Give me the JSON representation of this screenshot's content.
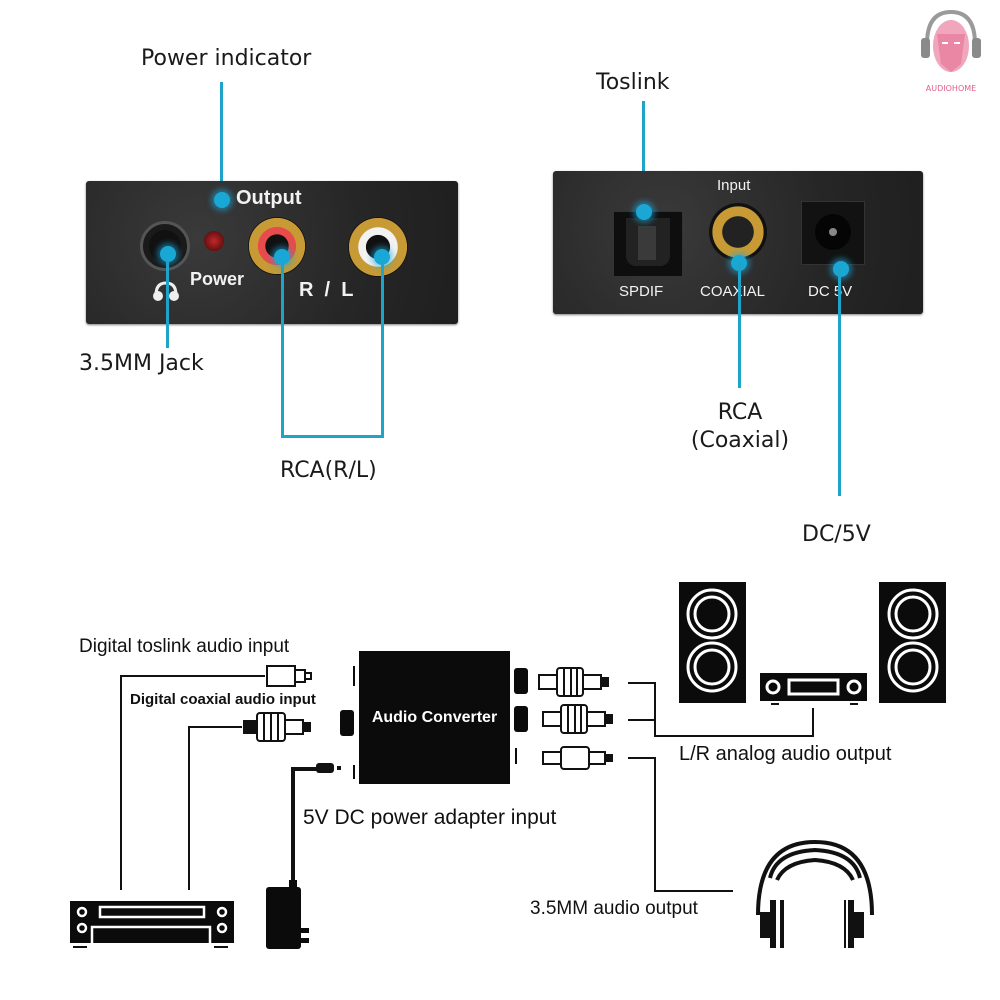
{
  "brand": {
    "logo_text": "AUDIOHOME",
    "logo_icon": "headphone-face-icon",
    "logo_color": "#e0608a"
  },
  "colors": {
    "callout_line": "#1ea4c8",
    "panel": "#2a2a2a",
    "diagram_ink": "#0b0b0b"
  },
  "output_panel": {
    "callouts": {
      "power_indicator": "Power indicator",
      "jack": "3.5MM Jack",
      "rca": "RCA(R/L)"
    },
    "labels": {
      "output": "Output",
      "power": "Power",
      "r_slash_l": "R  /  L"
    },
    "icons": [
      "headphone-icon",
      "power-led-icon",
      "rca-red-jack-icon",
      "rca-white-jack-icon",
      "audio-jack-3-5mm-icon"
    ]
  },
  "input_panel": {
    "callouts": {
      "toslink": "Toslink",
      "rca": "RCA",
      "rca_sub": "(Coaxial)",
      "dc": "DC/5V"
    },
    "labels": {
      "input": "Input",
      "spdif": "SPDIF",
      "coaxial": "COAXIAL",
      "dc5v": "DC 5V"
    },
    "icons": [
      "toslink-port-icon",
      "coaxial-jack-icon",
      "dc-power-jack-icon"
    ]
  },
  "connection_diagram": {
    "device_label": "Audio Converter",
    "labels": {
      "toslink_in": "Digital  toslink audio input",
      "coax_in": "Digital  coaxial audio input",
      "power_in": "5V DC power adapter input",
      "lr_out": "L/R analog audio output",
      "headphone_out": "3.5MM audio output"
    },
    "icons": [
      "dvd-player-icon",
      "power-adapter-icon",
      "speaker-left-icon",
      "speaker-right-icon",
      "amplifier-icon",
      "headphones-icon",
      "toslink-plug-icon",
      "rca-plug-icon",
      "mini-jack-plug-icon"
    ]
  }
}
